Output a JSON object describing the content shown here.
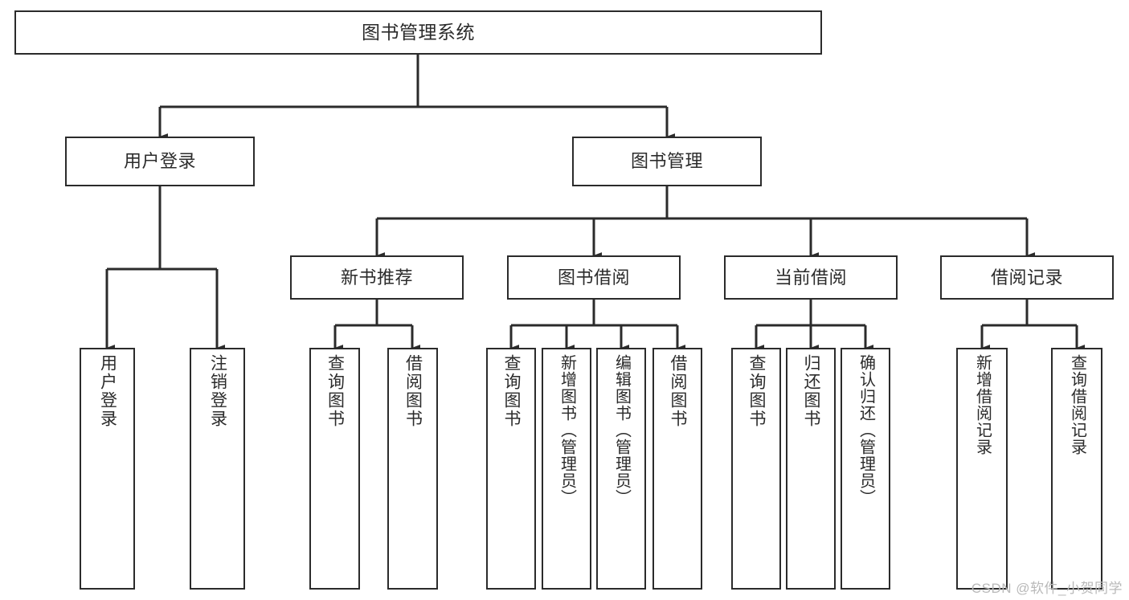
{
  "diagram": {
    "title": "图书管理系统",
    "type": "hierarchy-tree",
    "watermark": "CSDN @软件_小贺同学",
    "colors": {
      "stroke": "#2b2b2b",
      "fill": "#ffffff",
      "text": "#2b2b2b",
      "watermark": "#b9b9b9"
    },
    "nodes": {
      "root": {
        "label": "图书管理系统",
        "level": 1
      },
      "user_login": {
        "label": "用户登录",
        "level": 2
      },
      "book_manage": {
        "label": "图书管理",
        "level": 2
      },
      "new_book_rec": {
        "label": "新书推荐",
        "level": 3
      },
      "book_borrow": {
        "label": "图书借阅",
        "level": 3
      },
      "current_borrow": {
        "label": "当前借阅",
        "level": 3
      },
      "borrow_record": {
        "label": "借阅记录",
        "level": 3
      },
      "leaf_user_login": {
        "label": "用户登录",
        "level": 4
      },
      "leaf_logout": {
        "label": "注销登录",
        "level": 4
      },
      "leaf_query_book_1": {
        "label": "查询图书",
        "level": 4
      },
      "leaf_borrow_book_1": {
        "label": "借阅图书",
        "level": 4
      },
      "leaf_query_book_2": {
        "label": "查询图书",
        "level": 4
      },
      "leaf_add_book": {
        "label": "新增图书（管理员）",
        "level": 4
      },
      "leaf_edit_book": {
        "label": "编辑图书（管理员）",
        "level": 4
      },
      "leaf_borrow_book_2": {
        "label": "借阅图书",
        "level": 4
      },
      "leaf_query_book_3": {
        "label": "查询图书",
        "level": 4
      },
      "leaf_return_book": {
        "label": "归还图书",
        "level": 4
      },
      "leaf_confirm_return": {
        "label": "确认归还（管理员）",
        "level": 4
      },
      "leaf_add_record": {
        "label": "新增借阅记录",
        "level": 4
      },
      "leaf_query_record": {
        "label": "查询借阅记录",
        "level": 4
      }
    }
  }
}
